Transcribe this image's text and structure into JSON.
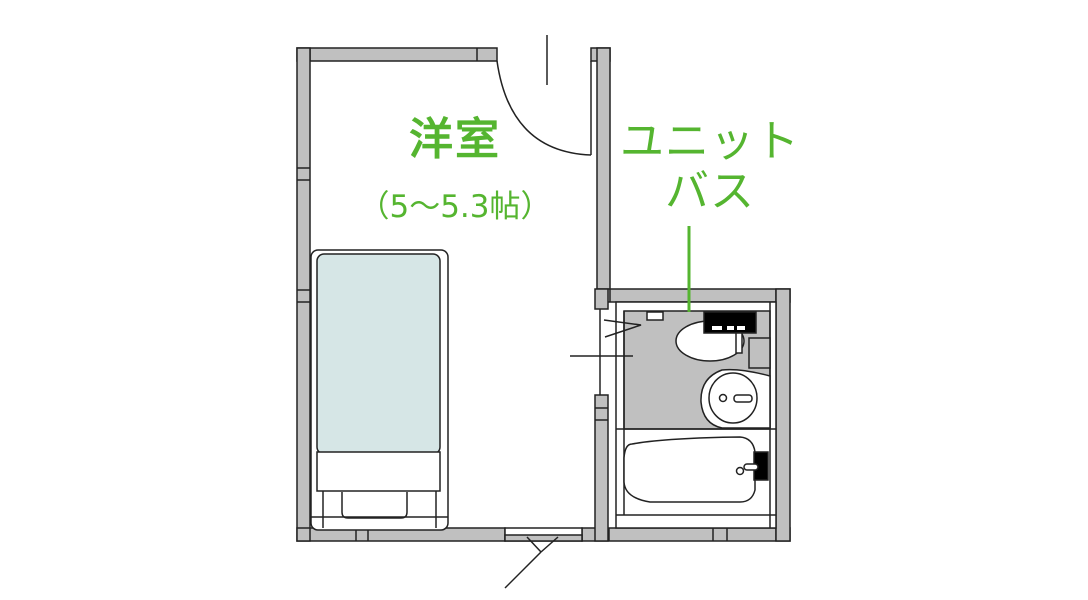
{
  "title": "Floor plan - Western room with unit bath",
  "colors": {
    "label_green": "#55b530",
    "wall_fill": "#c0c0c0",
    "wall_stroke": "#222222",
    "bath_floor": "#c0c0c0",
    "bed_cover": "#d6e6e6",
    "fixture_black": "#000000"
  },
  "rooms": {
    "western_room": {
      "name": "洋室",
      "size": "（5～5.3帖）"
    },
    "unit_bath": {
      "name_line1": "ユニット",
      "name_line2": "バス"
    }
  },
  "fixtures": [
    "bed",
    "toilet",
    "washbasin",
    "bathtub",
    "entry-door",
    "window",
    "bath-door"
  ]
}
